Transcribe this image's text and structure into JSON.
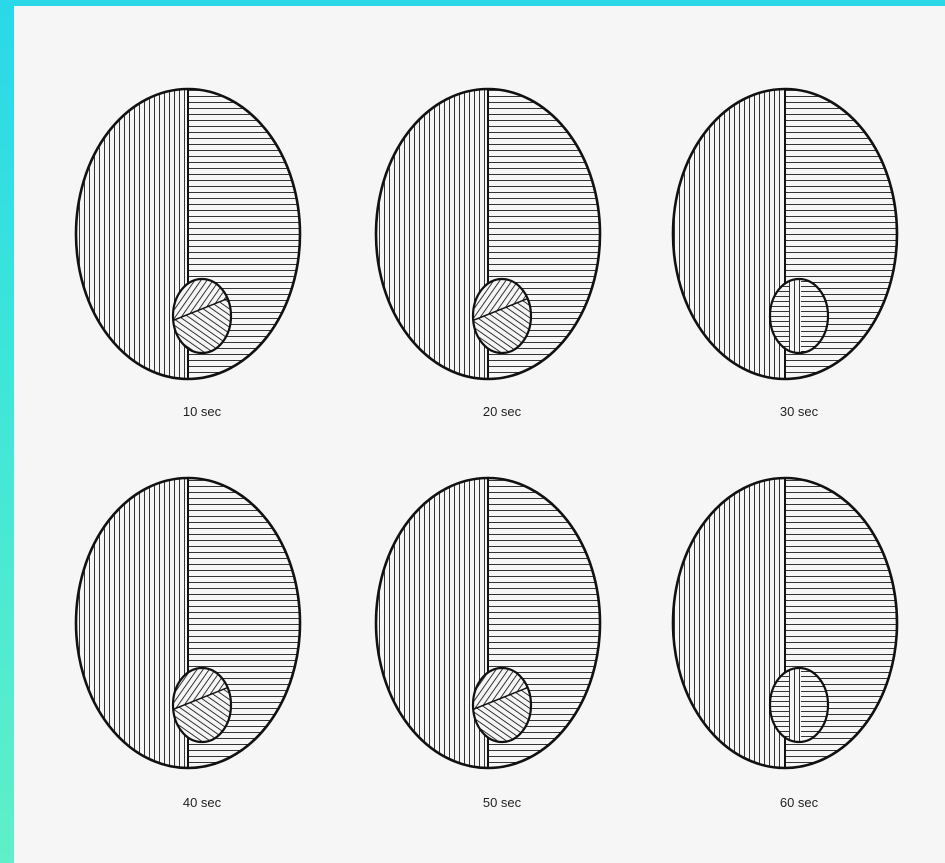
{
  "figure": {
    "panels": [
      {
        "label": "10 sec",
        "inset": "split-diagonal"
      },
      {
        "label": "20 sec",
        "inset": "split-diagonal"
      },
      {
        "label": "30 sec",
        "inset": "split-straight"
      },
      {
        "label": "40 sec",
        "inset": "split-diagonal"
      },
      {
        "label": "50 sec",
        "inset": "split-diagonal"
      },
      {
        "label": "60 sec",
        "inset": "split-straight"
      }
    ]
  },
  "colors": {
    "background": "#f6f6f6",
    "ink": "#111111",
    "frame_gradient_top": "#2ad8e8",
    "frame_gradient_bottom": "#5ef0c8"
  }
}
